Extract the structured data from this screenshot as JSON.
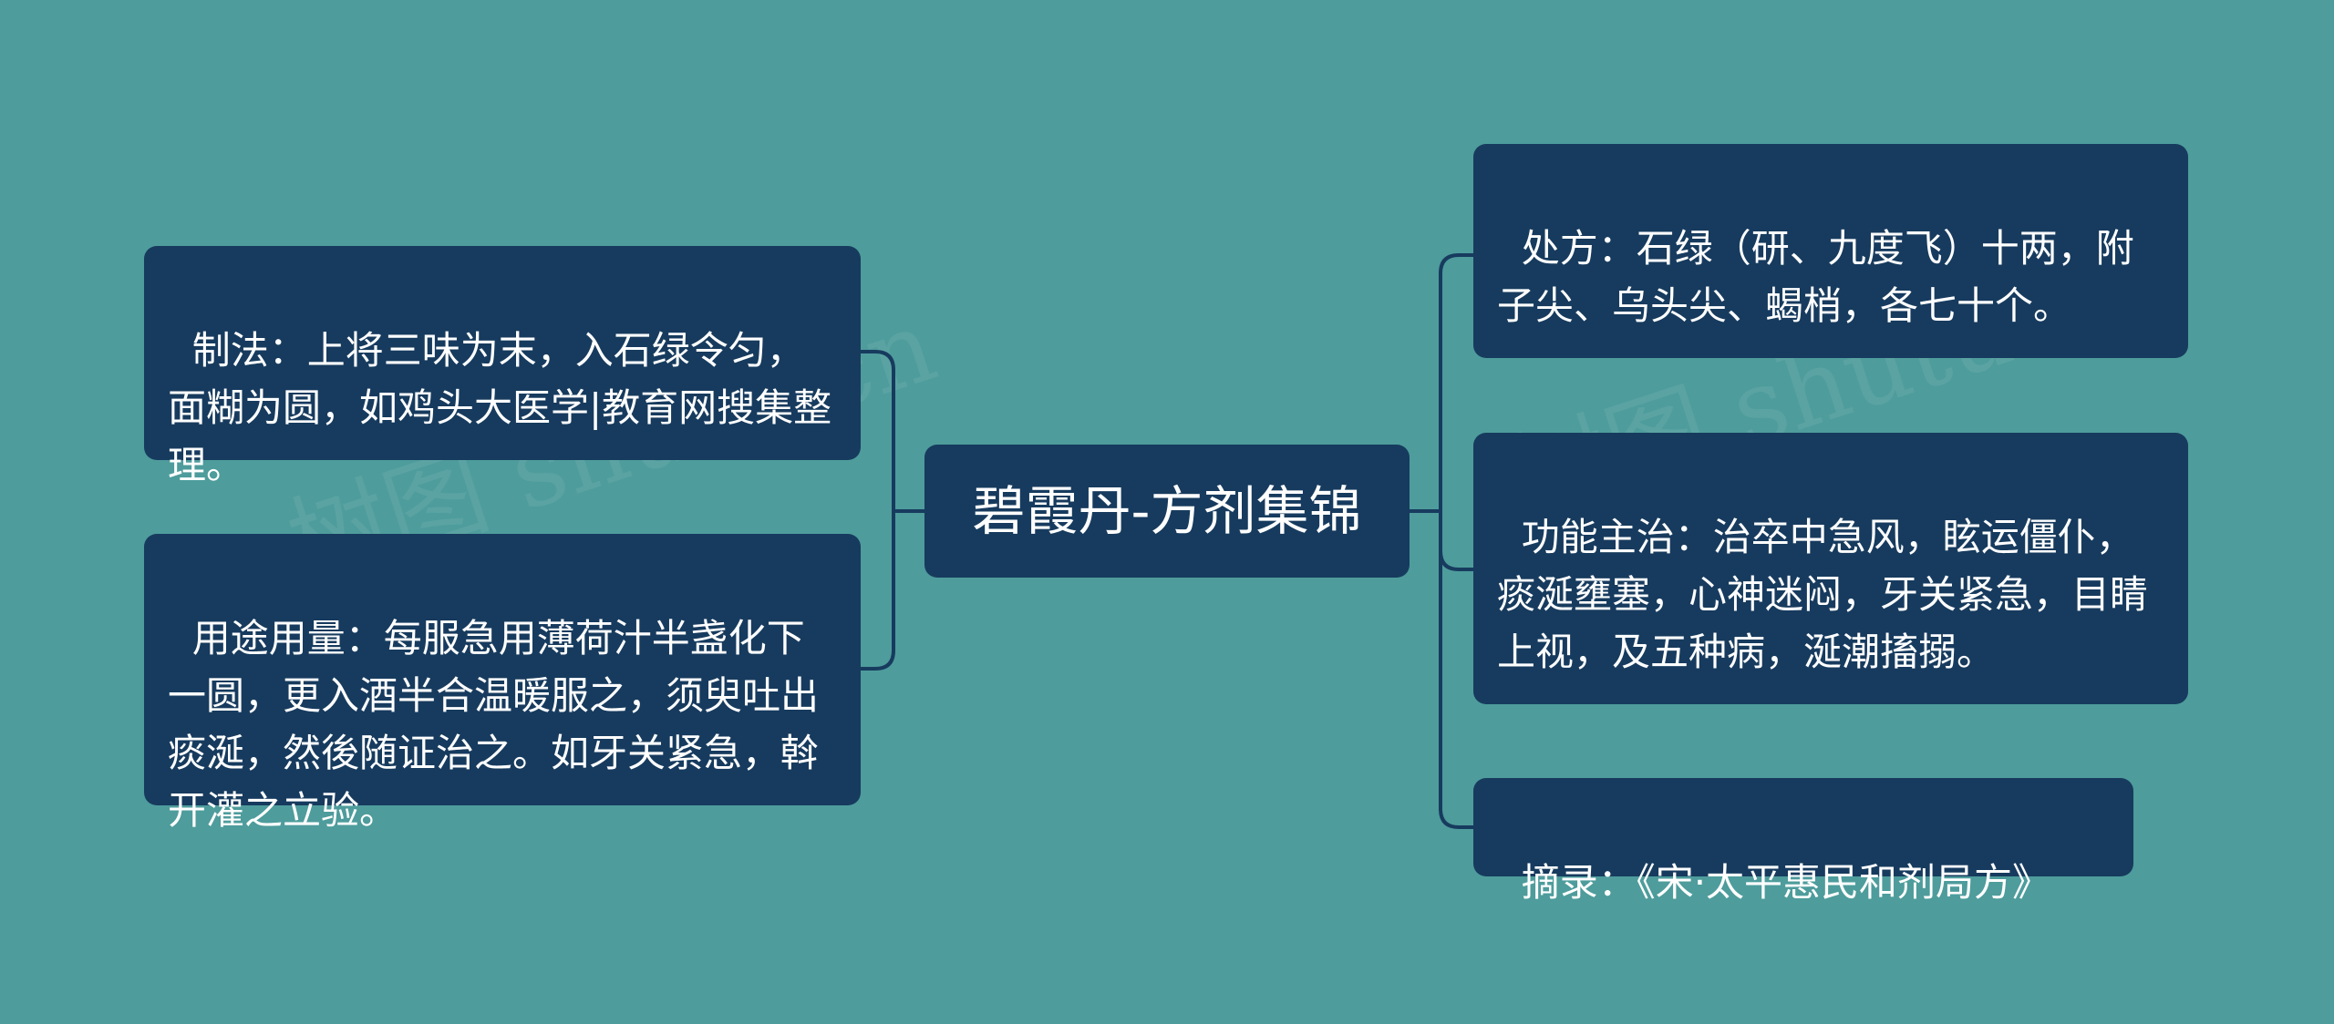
{
  "root": {
    "label": "碧霞丹-方剂集锦"
  },
  "left_nodes": [
    {
      "text": "制法：上将三味为末，入石绿令匀，面糊为圆，如鸡头大医学|教育网搜集整理。"
    },
    {
      "text": "用途用量：每服急用薄荷汁半盏化下一圆，更入酒半合温暖服之，须臾吐出痰涎，然後随证治之。如牙关紧急，斡开灌之立验。"
    }
  ],
  "right_nodes": [
    {
      "text": "处方：石绿（研、九度飞）十两，附子尖、乌头尖、蝎梢，各七十个。"
    },
    {
      "text": "功能主治：治卒中急风，眩运僵仆，痰涎壅塞，心神迷闷，牙关紧急，目睛上视，及五种病，涎潮搐搦。"
    },
    {
      "text": "摘录：《宋·太平惠民和剂局方》"
    }
  ],
  "watermark": {
    "text": "树图 shutu.cn"
  },
  "colors": {
    "background": "#4e9c9c",
    "node_fill": "#173b5e",
    "connector": "#173b5e",
    "text": "#ffffff"
  }
}
